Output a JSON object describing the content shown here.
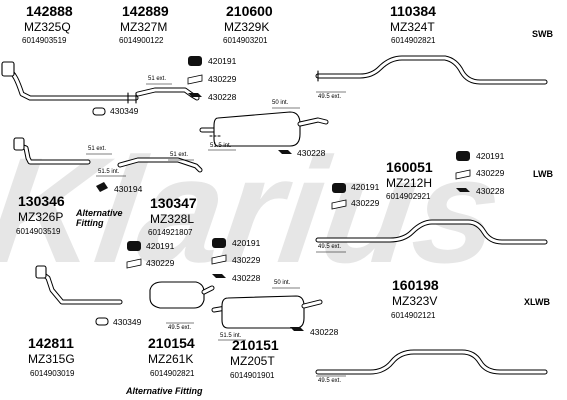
{
  "watermark": {
    "text": "Klarius"
  },
  "variants": [
    {
      "id": "swb",
      "label": "SWB"
    },
    {
      "id": "lwb",
      "label": "LWB"
    },
    {
      "id": "xlwb",
      "label": "XLWB"
    }
  ],
  "parts": [
    {
      "id": "p142888",
      "number": "142888",
      "code": "MZ325Q",
      "ref": "6014903519"
    },
    {
      "id": "p142889",
      "number": "142889",
      "code": "MZ327M",
      "ref": "6014900122"
    },
    {
      "id": "p210600",
      "number": "210600",
      "code": "MZ329K",
      "ref": "6014903201"
    },
    {
      "id": "p110384",
      "number": "110384",
      "code": "MZ324T",
      "ref": "6014902821"
    },
    {
      "id": "p160051",
      "number": "160051",
      "code": "MZ212H",
      "ref": "6014902921"
    },
    {
      "id": "p130346",
      "number": "130346",
      "code": "MZ326P",
      "ref": "6014903519"
    },
    {
      "id": "p130347",
      "number": "130347",
      "code": "MZ328L",
      "ref": "6014921807"
    },
    {
      "id": "p160198",
      "number": "160198",
      "code": "MZ323V",
      "ref": "6014902121"
    },
    {
      "id": "p142811",
      "number": "142811",
      "code": "MZ315G",
      "ref": "6014903019"
    },
    {
      "id": "p210154",
      "number": "210154",
      "code": "MZ261K",
      "ref": "6014902821"
    },
    {
      "id": "p210151",
      "number": "210151",
      "code": "MZ205T",
      "ref": "6014901901"
    }
  ],
  "fittings": [
    "420191",
    "430229",
    "430228",
    "430349",
    "430228",
    "430194",
    "420191",
    "430229",
    "430228",
    "420191",
    "430229",
    "430228",
    "420191",
    "430229",
    "430228",
    "430349",
    "430228"
  ],
  "dimensions": [
    "51 ext.",
    "49.5 ext.",
    "50 int.",
    "51.5 int.",
    "51 ext.",
    "51 ext.",
    "51.5 int.",
    "49.5 ext.",
    "50 int.",
    "49.5 ext.",
    "51.5 int.",
    "49.5 ext."
  ],
  "alternative_fitting": "Alternative Fitting",
  "alternative_fitting_2": "Alternative Fitting",
  "colors": {
    "line": "#000000",
    "watermark": "#e4e4e4",
    "background": "#ffffff"
  }
}
